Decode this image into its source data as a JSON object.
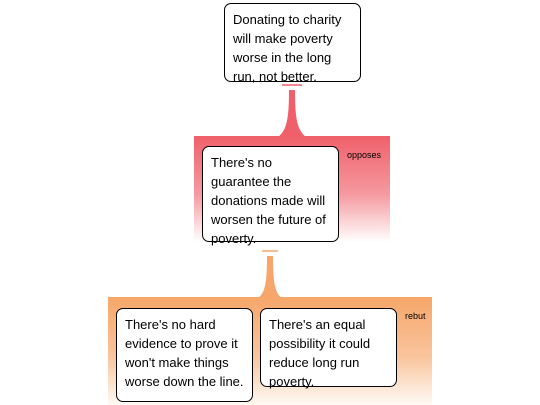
{
  "claim": {
    "text": "Donating to charity will make poverty worse in the long run, not better."
  },
  "opposes_group": {
    "label": "opposes",
    "color": "#f0606a",
    "node": {
      "text": "There's no guarantee the donations made will worsen the future of poverty."
    }
  },
  "rebut_group": {
    "label": "rebut",
    "color": "#f6a66a",
    "nodes": [
      {
        "text": "There's no hard evidence to prove it won't make things worse down the line."
      },
      {
        "text": "There's an equal possibility it could reduce long run poverty."
      }
    ]
  }
}
